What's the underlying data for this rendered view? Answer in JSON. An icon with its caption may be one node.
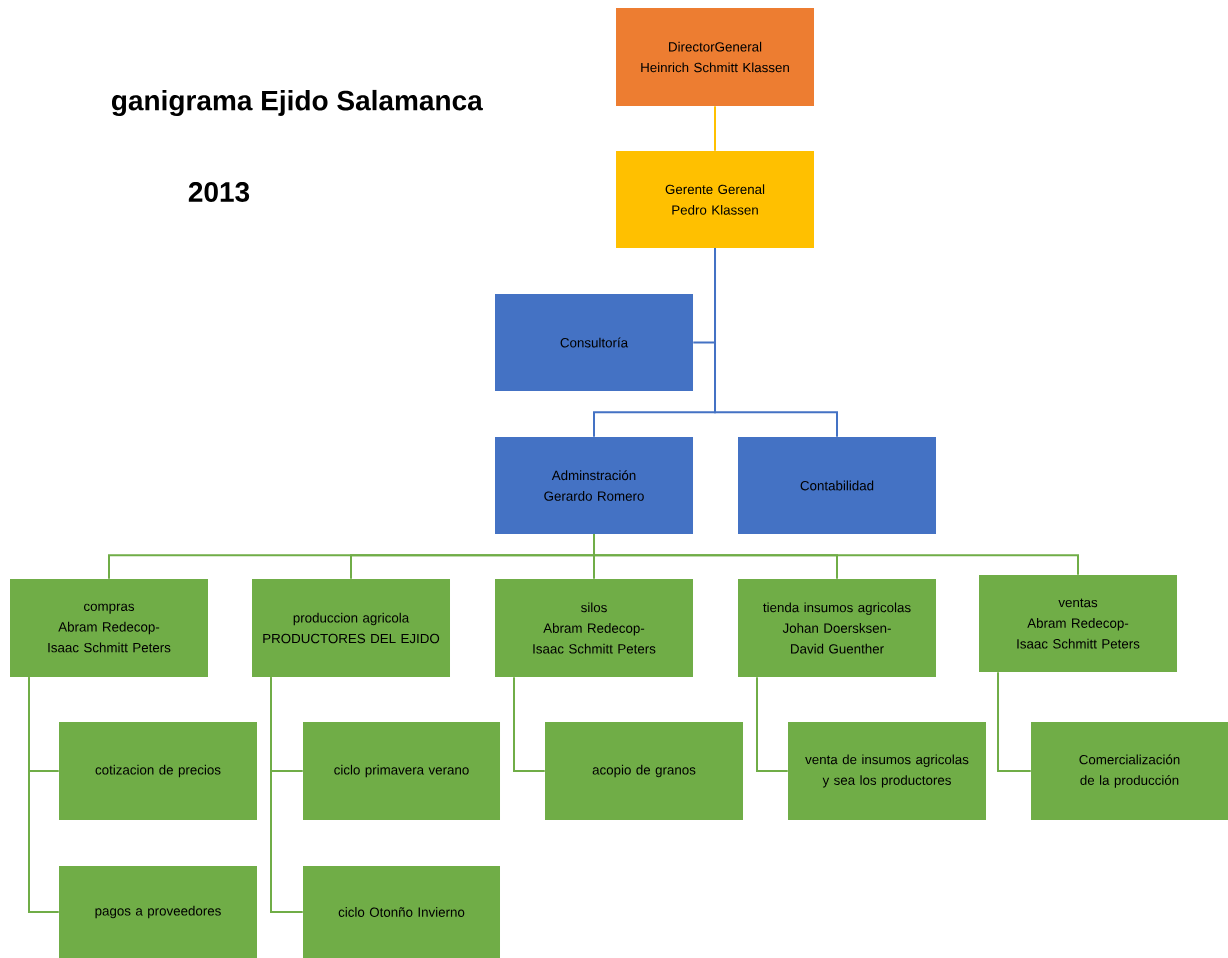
{
  "diagram": {
    "title": "ganigrama Ejido Salamanca",
    "nodes": [
      {
        "text": [
          "DirectorGeneral",
          "Heinrich Schmitt Klassen"
        ]
      },
      {
        "text": [
          "Gerente Gerenal",
          "Pedro Klassen"
        ]
      },
      {
        "text": [
          "Consultoría"
        ]
      },
      {
        "text": [
          "Adminstración",
          "Gerardo Romero"
        ]
      },
      {
        "text": [
          "Contabilidad"
        ]
      },
      {
        "text": [
          "compras",
          "Abram Redecop-Isaac Schmitt Peters"
        ]
      },
      {
        "text": [
          "produccion agricola",
          "PRODUCTORES DEL EJIDO"
        ]
      },
      {
        "text": [
          "silos",
          "Abram Redecop-Isaac Schmitt Peters"
        ]
      },
      {
        "text": [
          "tienda insumos agricolas",
          "Johan Doersksen-David Guenther"
        ]
      },
      {
        "text": [
          "ventas",
          "Abram Redecop-Isaac Schmitt Peters"
        ]
      },
      {
        "text": [
          "cotizacion de precios"
        ]
      },
      {
        "text": [
          "pagos a proveedores"
        ]
      },
      {
        "text": [
          "ciclo primavera verano"
        ]
      },
      {
        "text": [
          "ciclo Otonño Invierno"
        ]
      },
      {
        "text": [
          "acopio de granos"
        ]
      },
      {
        "text": [
          "venta de insumos agricolas y sea los productores"
        ]
      },
      {
        "text": [
          "Comercialización de la producción"
        ]
      }
    ],
    "edges": [
      {
        "from": 0,
        "to": 1,
        "arrow": "none",
        "color": "#ffc000"
      },
      {
        "from": 1,
        "to": 2,
        "arrow": "none",
        "color": "#4472c4"
      },
      {
        "from": 1,
        "to": 3,
        "arrow": "none",
        "color": "#4472c4"
      },
      {
        "from": 1,
        "to": 4,
        "arrow": "none",
        "color": "#4472c4"
      },
      {
        "from": 3,
        "to": 5,
        "arrow": "none"
      },
      {
        "from": 3,
        "to": 6,
        "arrow": "none"
      },
      {
        "from": 3,
        "to": 7,
        "arrow": "none"
      },
      {
        "from": 3,
        "to": 8,
        "arrow": "none"
      },
      {
        "from": 3,
        "to": 9,
        "arrow": "none"
      },
      {
        "from": 5,
        "to": 10,
        "arrow": "none"
      },
      {
        "from": 5,
        "to": 11,
        "arrow": "none"
      },
      {
        "from": 6,
        "to": 12,
        "arrow": "none"
      },
      {
        "from": 6,
        "to": 13,
        "arrow": "none"
      },
      {
        "from": 7,
        "to": 14,
        "arrow": "none"
      },
      {
        "from": 8,
        "to": 15,
        "arrow": "none"
      },
      {
        "from": 9,
        "to": 16,
        "arrow": "none"
      }
    ],
    "labels": [
      "2013"
    ]
  }
}
